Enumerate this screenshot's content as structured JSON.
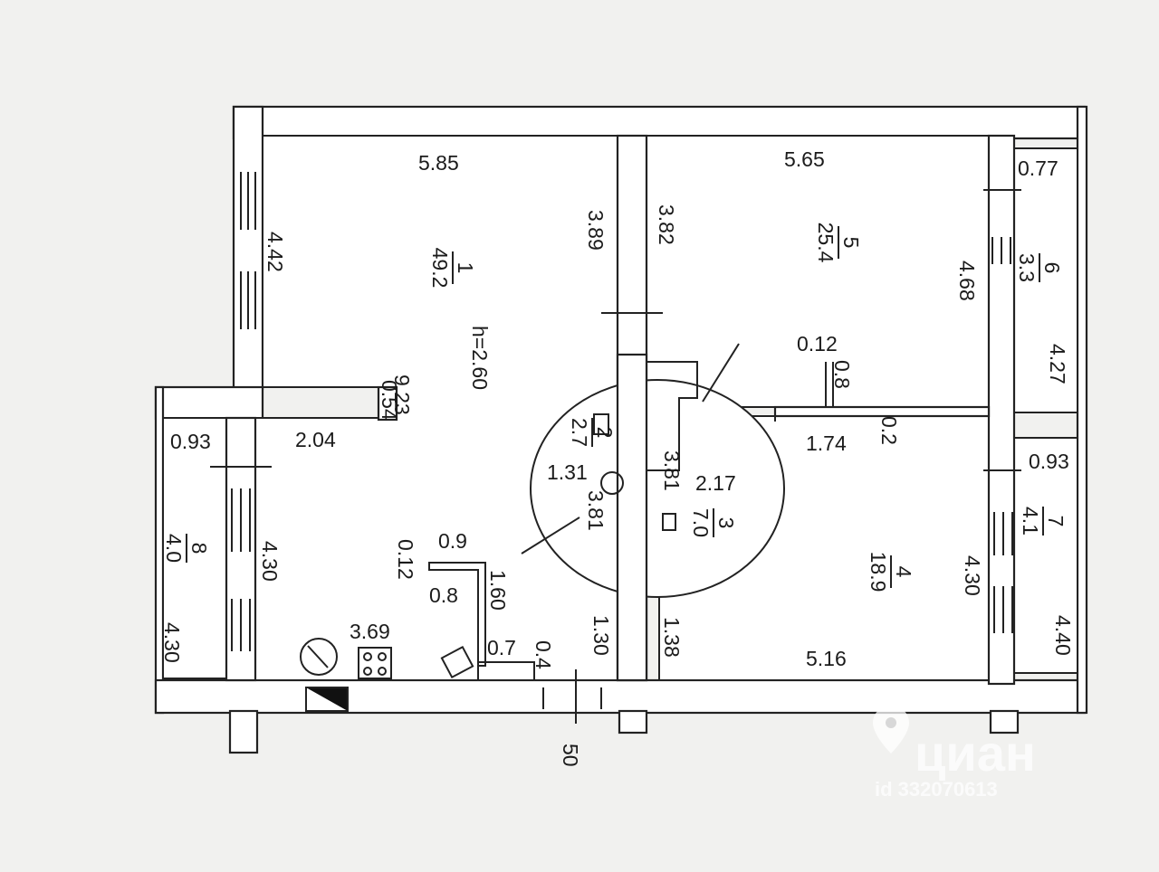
{
  "plan": {
    "height_label": "h=2.60",
    "rooms": [
      {
        "number": "1",
        "area": "49.2"
      },
      {
        "number": "2",
        "area": "2.7"
      },
      {
        "number": "3",
        "area": "7.0"
      },
      {
        "number": "4",
        "area": "18.9"
      },
      {
        "number": "5",
        "area": "25.4"
      },
      {
        "number": "6",
        "area": "3.3"
      },
      {
        "number": "7",
        "area": "4.1"
      },
      {
        "number": "8",
        "area": "4.0"
      }
    ],
    "dimensions": {
      "r1_top": "5.85",
      "r1_left": "4.42",
      "r1_right": "3.89",
      "r1_length": "9.23",
      "r1_step_w": "2.04",
      "r1_step_d": "0.54",
      "r1_lower_left": "4.30",
      "r1_bottom": "3.69",
      "kitchen_a": "0.9",
      "kitchen_b": "0.12",
      "kitchen_c": "0.8",
      "kitchen_d": "1.60",
      "kitchen_e": "0.7",
      "kitchen_f": "0.4",
      "corr_bottom": "1.30",
      "r2_w": "1.31",
      "r2_h": "3.81",
      "r3_h": "3.81",
      "r3_w": "2.17",
      "r3_bottom": "1.38",
      "r5_top": "5.65",
      "r5_left": "3.82",
      "r5_right": "4.68",
      "niche_a": "0.12",
      "niche_b": "0.8",
      "niche_c": "1.74",
      "niche_d": "0.2",
      "r4_right": "4.30",
      "r4_bottom": "5.16",
      "r6_top": "0.77",
      "r6_right": "4.27",
      "r7_top": "0.93",
      "r7_right": "4.40",
      "r8_top": "0.93",
      "r8_bottom": "4.30",
      "entry": "50"
    }
  },
  "watermark": {
    "brand": "циан",
    "id": "id 332070613"
  }
}
